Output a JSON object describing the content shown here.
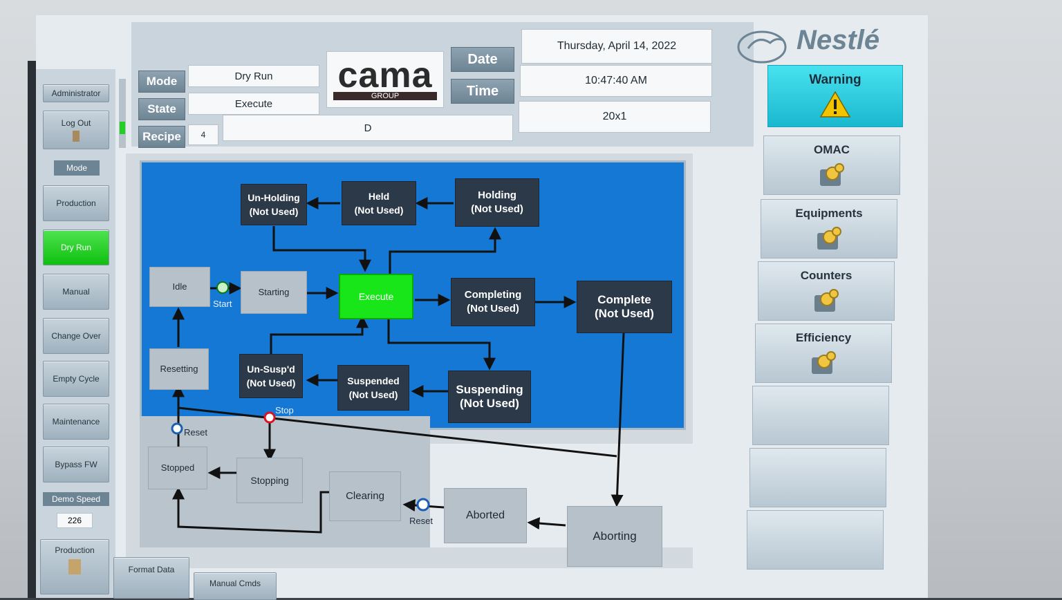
{
  "sidebar": {
    "user_button": "Administrator",
    "logout_button": "Log Out",
    "mode_header": "Mode",
    "modes": [
      "Production",
      "Dry Run",
      "Manual",
      "Change Over",
      "Empty Cycle",
      "Maintenance",
      "Bypass FW"
    ],
    "active_mode": "Dry Run",
    "demo_speed_label": "Demo Speed",
    "demo_speed_value": "226"
  },
  "header": {
    "mode_label": "Mode",
    "mode_value": "Dry Run",
    "state_label": "State",
    "state_value": "Execute",
    "recipe_label": "Recipe",
    "recipe_number": "4",
    "recipe_name": "D",
    "logo_text": "cama",
    "logo_subtext": "GROUP",
    "date_label": "Date",
    "date_value": "Thursday, April 14, 2022",
    "time_label": "Time",
    "time_value": "10:47:40 AM",
    "format_value": "20x1",
    "brand": "Nestlé"
  },
  "right_panel": {
    "warning_label": "Warning",
    "buttons": [
      "OMAC",
      "Equipments",
      "Counters",
      "Efficiency"
    ]
  },
  "state_machine": {
    "unholding": "Un-Holding\n(Not Used)",
    "held": "Held\n(Not Used)",
    "holding": "Holding\n(Not Used)",
    "idle": "Idle",
    "starting": "Starting",
    "execute": "Execute",
    "completing": "Completing\n(Not Used)",
    "complete": "Complete\n(Not Used)",
    "resetting": "Resetting",
    "unsuspending": "Un-Susp'd\n(Not Used)",
    "suspended": "Suspended\n(Not Used)",
    "suspending": "Suspending\n(Not Used)",
    "stopped": "Stopped",
    "stopping": "Stopping",
    "clearing": "Clearing",
    "aborted": "Aborted",
    "aborting": "Aborting",
    "start_label": "Start",
    "stop_label": "Stop",
    "reset_label_1": "Reset",
    "reset_label_2": "Reset"
  },
  "bottom_tabs": [
    "Production",
    "Format Data",
    "Manual Cmds"
  ],
  "colors": {
    "active": "#19e619",
    "warning": "#2fd3e3",
    "diagram_bg": "#1478d4"
  }
}
